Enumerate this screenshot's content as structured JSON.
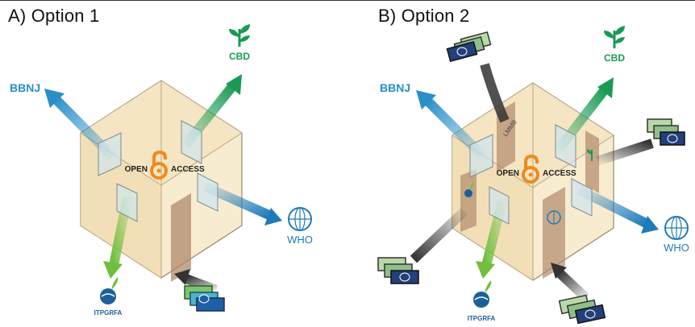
{
  "panels": [
    {
      "title": "A) Option 1",
      "labels": {
        "bbnj": "BBNJ",
        "cbd": "CBD",
        "who": "WHO",
        "itpgrfa": "ITPGRFA",
        "open": "OPEN",
        "access": "ACCESS"
      }
    },
    {
      "title": "B) Option 2",
      "labels": {
        "bbnj": "BBNJ",
        "cbd": "CBD",
        "who": "WHO",
        "itpgrfa": "ITPGRFA",
        "open": "OPEN",
        "access": "ACCESS",
        "lmmb": "LMMB"
      }
    }
  ],
  "colors": {
    "bbnj": "#2a8ec9",
    "cbd": "#1a9a55",
    "who": "#1f7bb8",
    "itpgrfa": "#6fbf3c",
    "oa": "#f08a1c",
    "funding": "#333333",
    "box_light": "#f8ecd0",
    "box_mid": "#f1dcb0",
    "door": "#b08a6b"
  }
}
